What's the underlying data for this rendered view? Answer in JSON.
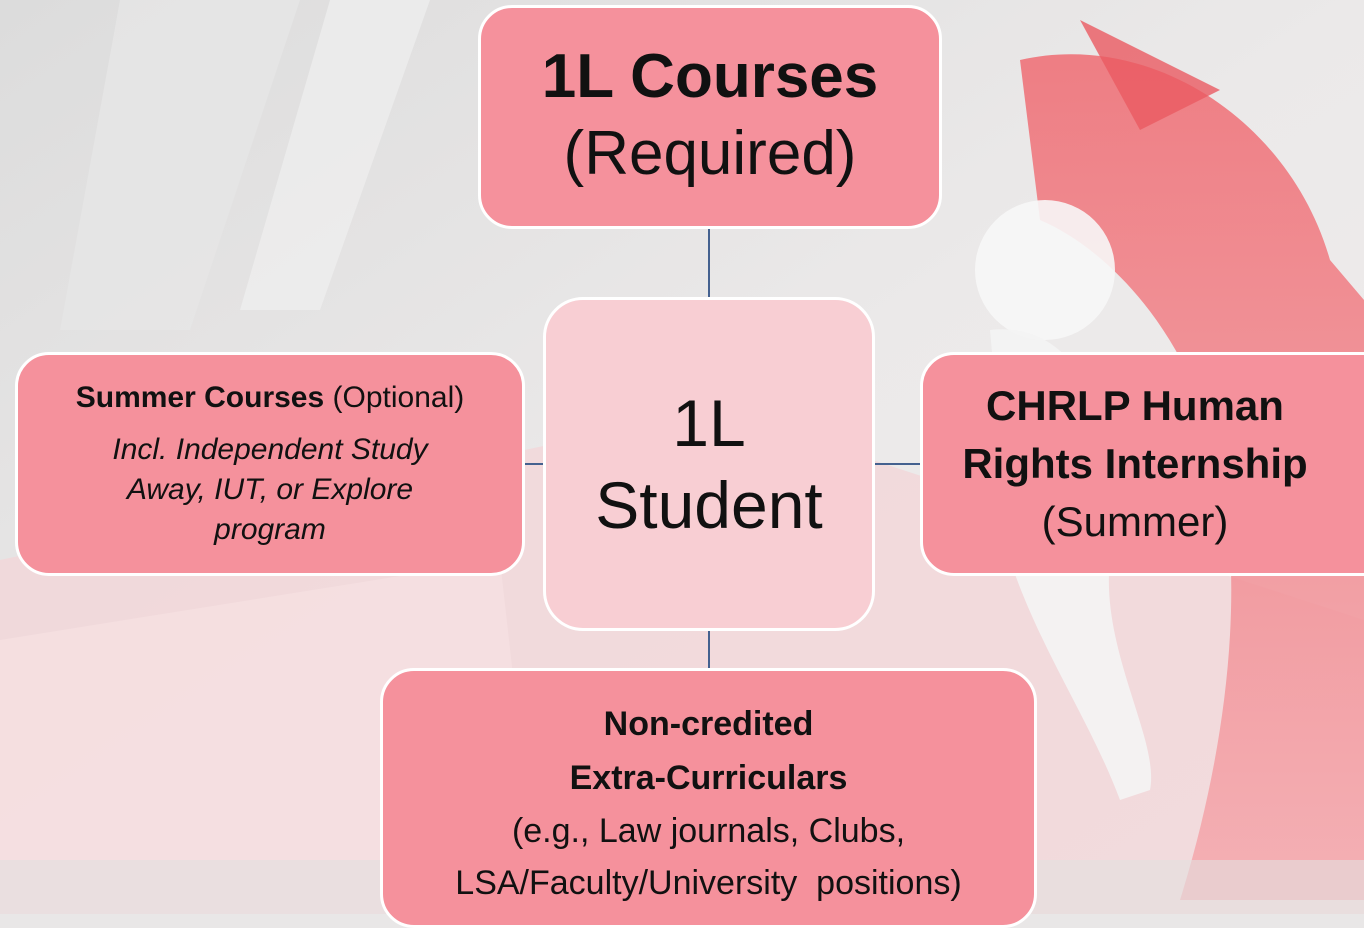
{
  "diagram": {
    "top": {
      "title": "1L Courses",
      "subtitle": "(Required)"
    },
    "center": {
      "line1": "1L",
      "line2": "Student"
    },
    "left": {
      "title_bold": "Summer Courses",
      "title_rest": " (Optional)",
      "italic_line1": "Incl. Independent Study",
      "italic_line2": "Away, IUT, or Explore",
      "italic_line3": "program"
    },
    "right": {
      "title_line1": "CHRLP Human",
      "title_line2": "Rights Internship",
      "subtitle": "(Summer)"
    },
    "bottom": {
      "bold_line1": "Non-credited",
      "bold_line2": "Extra-Curriculars",
      "text_line1": "(e.g., Law journals, Clubs,",
      "text_line2": "LSA/Faculty/University  positions)"
    }
  },
  "colors": {
    "box_fill": "#f5919c",
    "center_fill": "#f8ced3",
    "connector": "#44618f",
    "background": "#e9e7e7",
    "arrow_red": "#e53a44"
  }
}
